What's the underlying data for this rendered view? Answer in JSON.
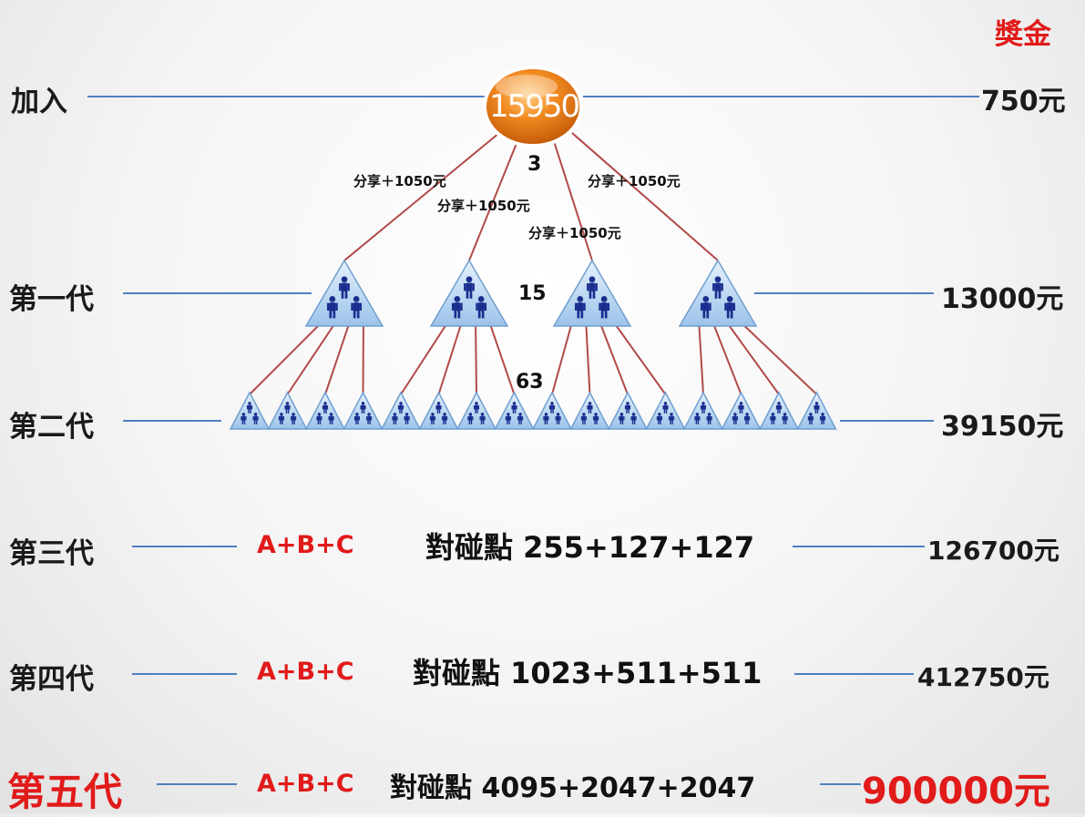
{
  "header": {
    "bonus_title": "獎金"
  },
  "root": {
    "value": "15950",
    "join_label": "加入",
    "join_bonus": "750元",
    "count": "3"
  },
  "share_labels": [
    "分享＋1050元",
    "分享＋1050元",
    "分享＋1050元",
    "分享＋1050元"
  ],
  "gen1": {
    "label": "第一代",
    "bonus": "13000元",
    "count": "15"
  },
  "gen2": {
    "label": "第二代",
    "bonus": "39150元",
    "count": "63"
  },
  "gen3": {
    "label": "第三代",
    "formula": "A+B+C",
    "points": "對碰點 255+127+127",
    "bonus": "126700元"
  },
  "gen4": {
    "label": "第四代",
    "formula": "A+B+C",
    "points": "對碰點 1023+511+511",
    "bonus": "412750元"
  },
  "gen5": {
    "label": "第五代",
    "formula": "A+B+C",
    "points": "對碰點 4095+2047+2047",
    "bonus": "900000元"
  },
  "colors": {
    "accent_red": "#e11a1a",
    "line_blue": "#4f7fc0",
    "line_red": "#b24a4a",
    "orb_orange": "#f08a24",
    "triangle_blue": "#bcd8f2"
  },
  "icons": {
    "group": "people-triangle-icon",
    "person": "person-icon"
  }
}
